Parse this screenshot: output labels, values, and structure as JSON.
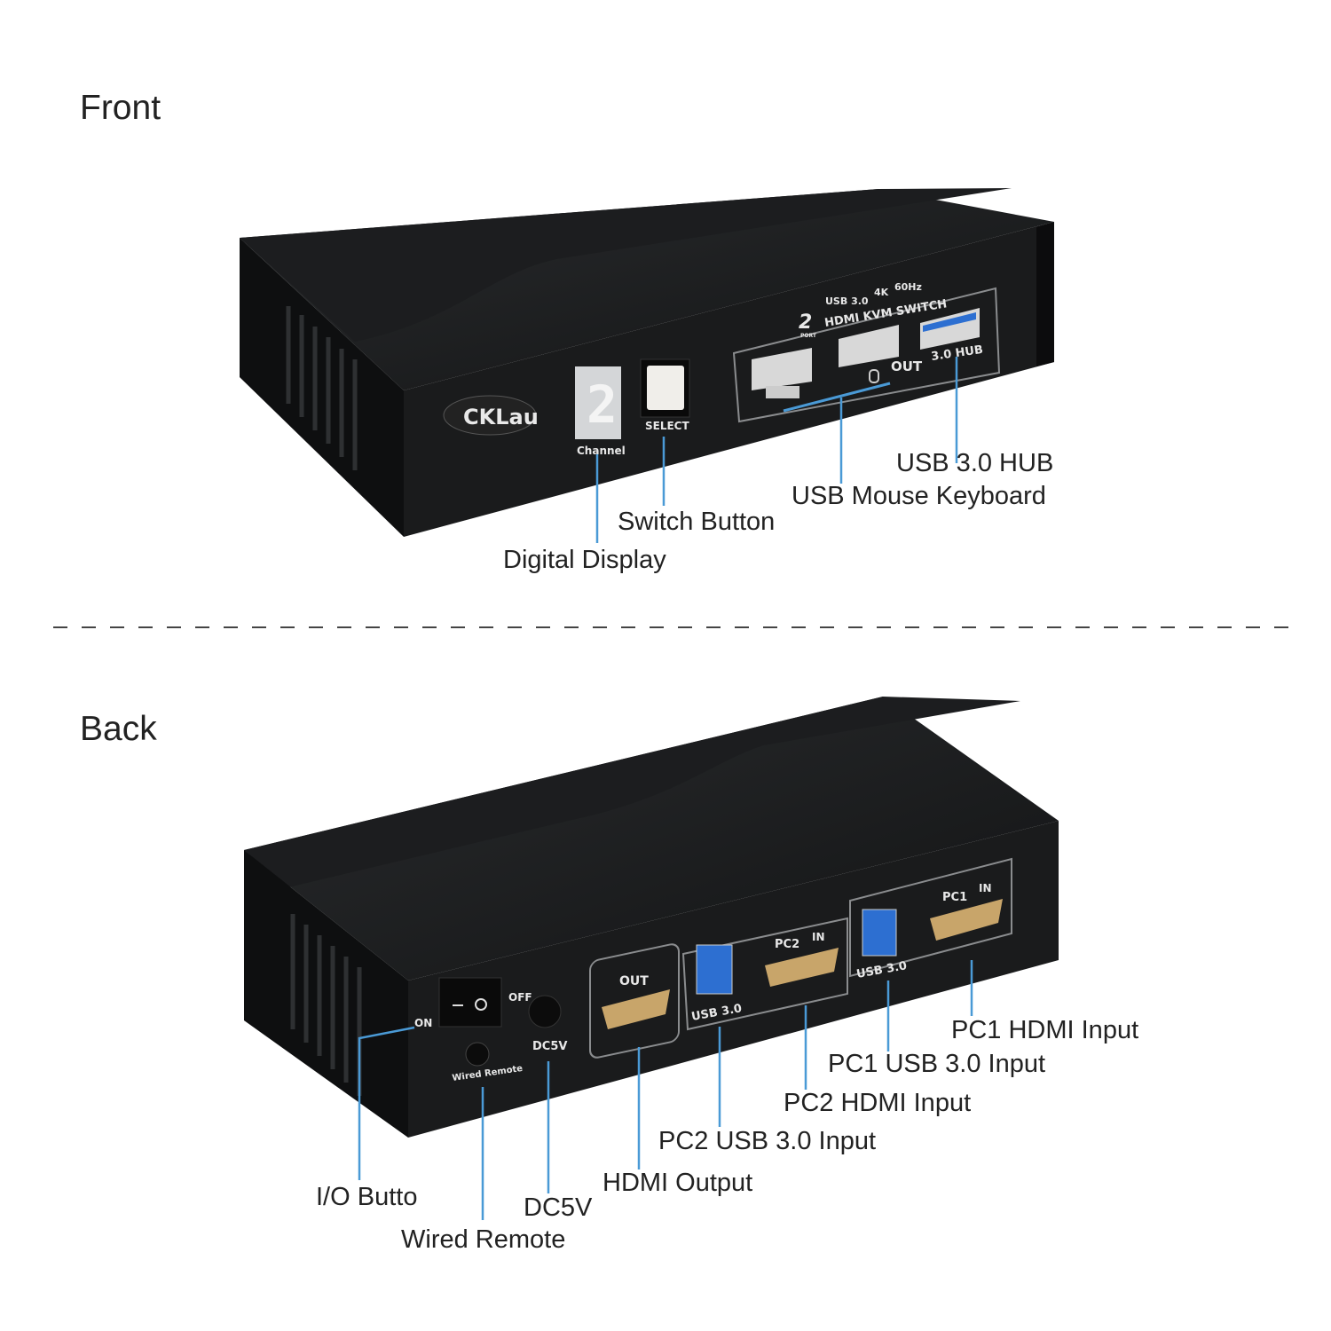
{
  "sections": {
    "front_heading": "Front",
    "back_heading": "Back"
  },
  "front": {
    "brand": "CKLau",
    "display_digit": "2",
    "display_caption": "Channel",
    "select_label": "SELECT",
    "model_badges": [
      "USB 3.0",
      "4K",
      "60Hz"
    ],
    "model_line": "HDMI KVM SWITCH",
    "model_prefix": "2",
    "model_port": "PORT",
    "out_label": "OUT",
    "hub_label": "3.0 HUB",
    "callouts": {
      "usb_hub": "USB 3.0 HUB",
      "usb_mouse_keyboard": "USB Mouse Keyboard",
      "switch_button": "Switch Button",
      "digital_display": "Digital Display"
    }
  },
  "back": {
    "on_label": "ON",
    "off_label": "OFF",
    "dc_label": "DC5V",
    "wired_remote_label": "Wired Remote",
    "hdmi_out_label": "OUT",
    "usb_label_pc2": "USB 3.0",
    "usb_label_pc1": "USB 3.0",
    "pc2_badge": "PC2",
    "pc1_badge": "PC1",
    "in_label": "IN",
    "callouts": {
      "pc1_hdmi": "PC1 HDMI Input",
      "pc1_usb": "PC1 USB 3.0 Input",
      "pc2_hdmi": "PC2 HDMI Input",
      "pc2_usb": "PC2 USB 3.0 Input",
      "hdmi_output": "HDMI Output",
      "dc5v": "DC5V",
      "io_button": "I/O Butto",
      "wired_remote": "Wired Remote"
    }
  },
  "colors": {
    "callout": "#4a9ad6",
    "body": "#161718",
    "usb3_blue": "#2d6fd1"
  }
}
